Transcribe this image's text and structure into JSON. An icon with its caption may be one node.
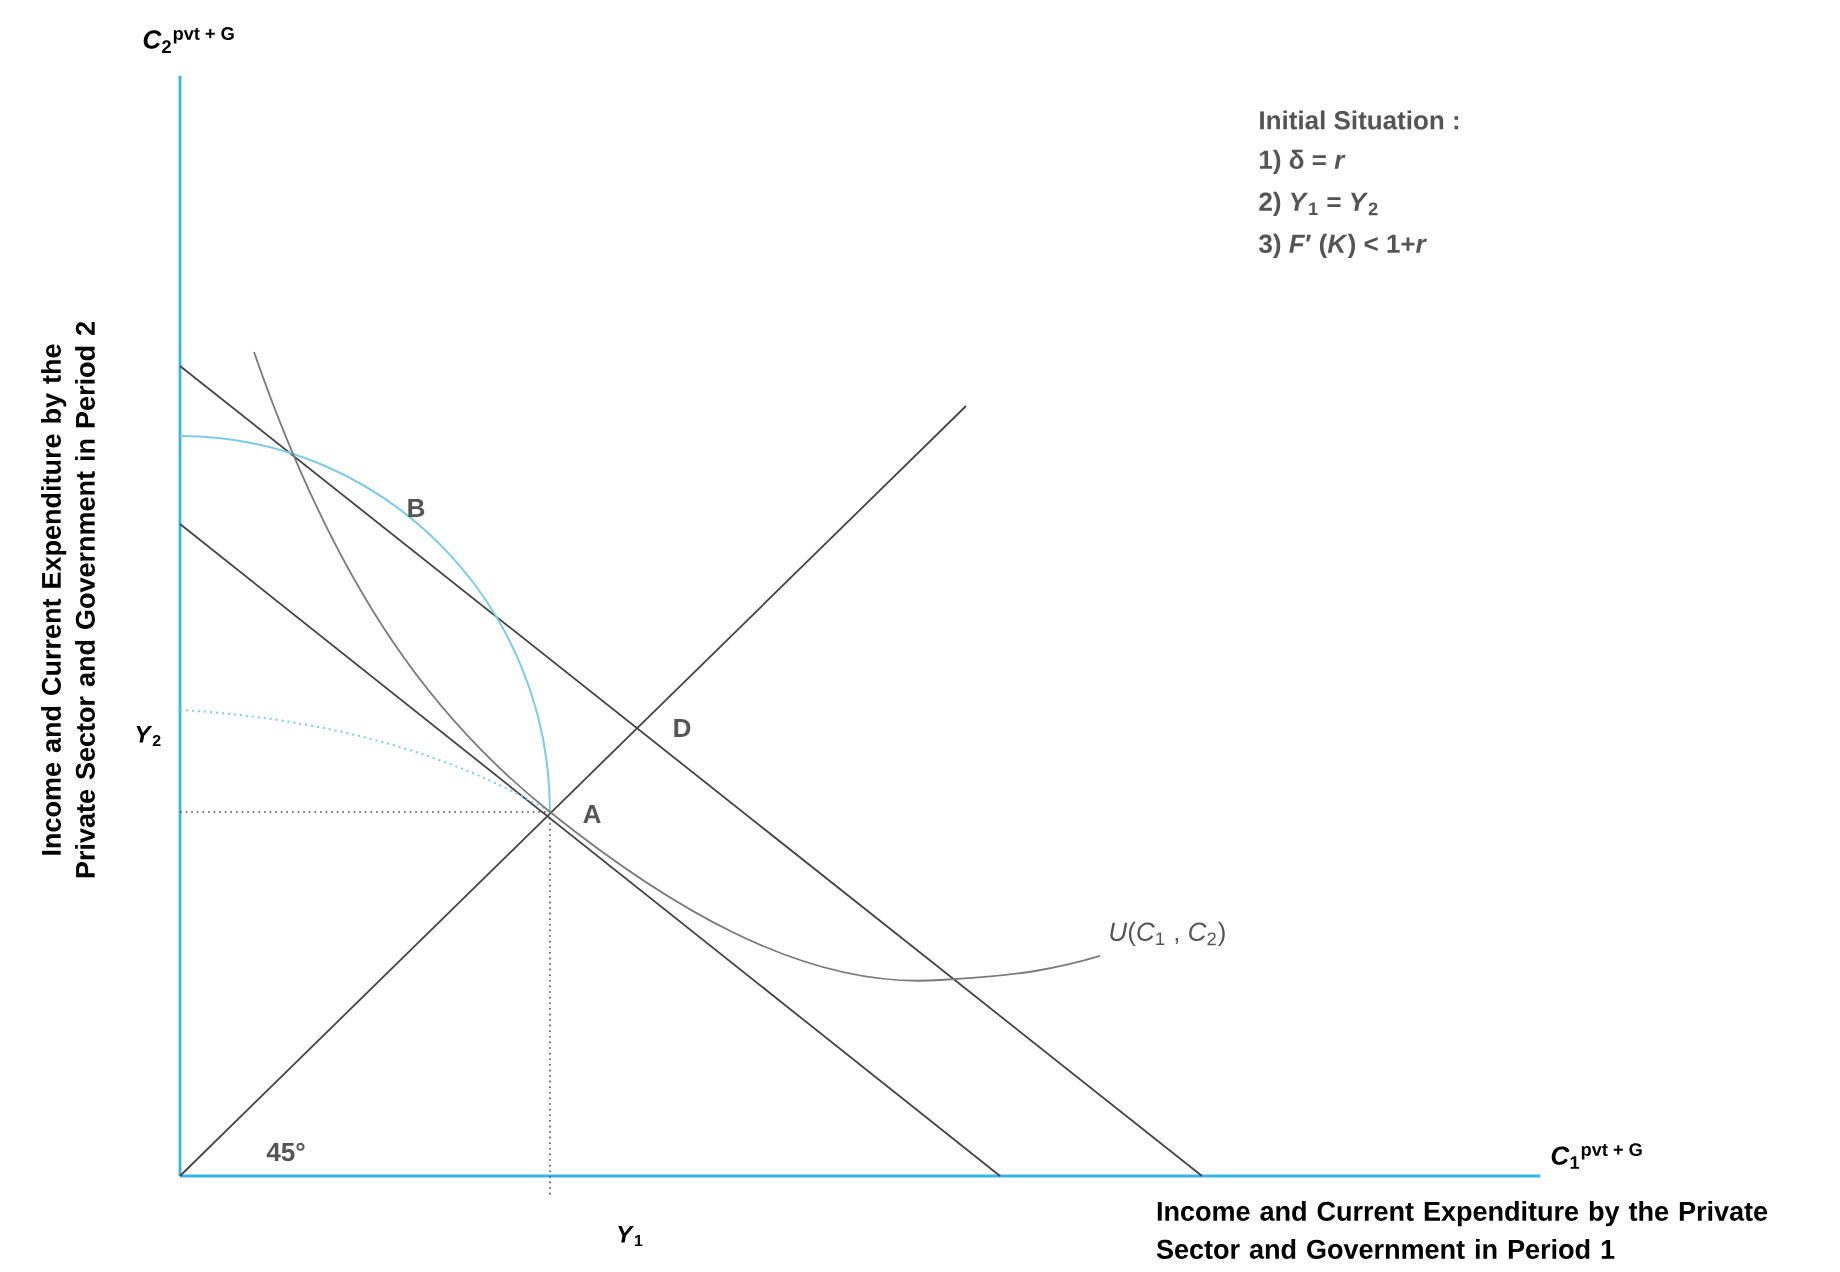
{
  "diagram": {
    "labels": [
      "*C*$_{2}$$^{pvt + G}$",
      "Income and Current Expenditure by the Private Sector and Government in Period 2",
      "Initial Situation :",
      "1) δ = *r*",
      "2) *Y*$_{1}$ = *Y*$_{2}$",
      "3) *F*′ (*K*) < 1+*r*",
      "B",
      "D",
      "A",
      "*Y*$_{2}$",
      "*U*(*C*$_{1}$ , *C*$_{2}$)",
      "45°",
      "*C*$_{1}$$^{pvt + G}$",
      "Income and Current Expenditure by the Private Sector and Government in Period 1",
      "*Y*$_{1}$"
    ]
  }
}
